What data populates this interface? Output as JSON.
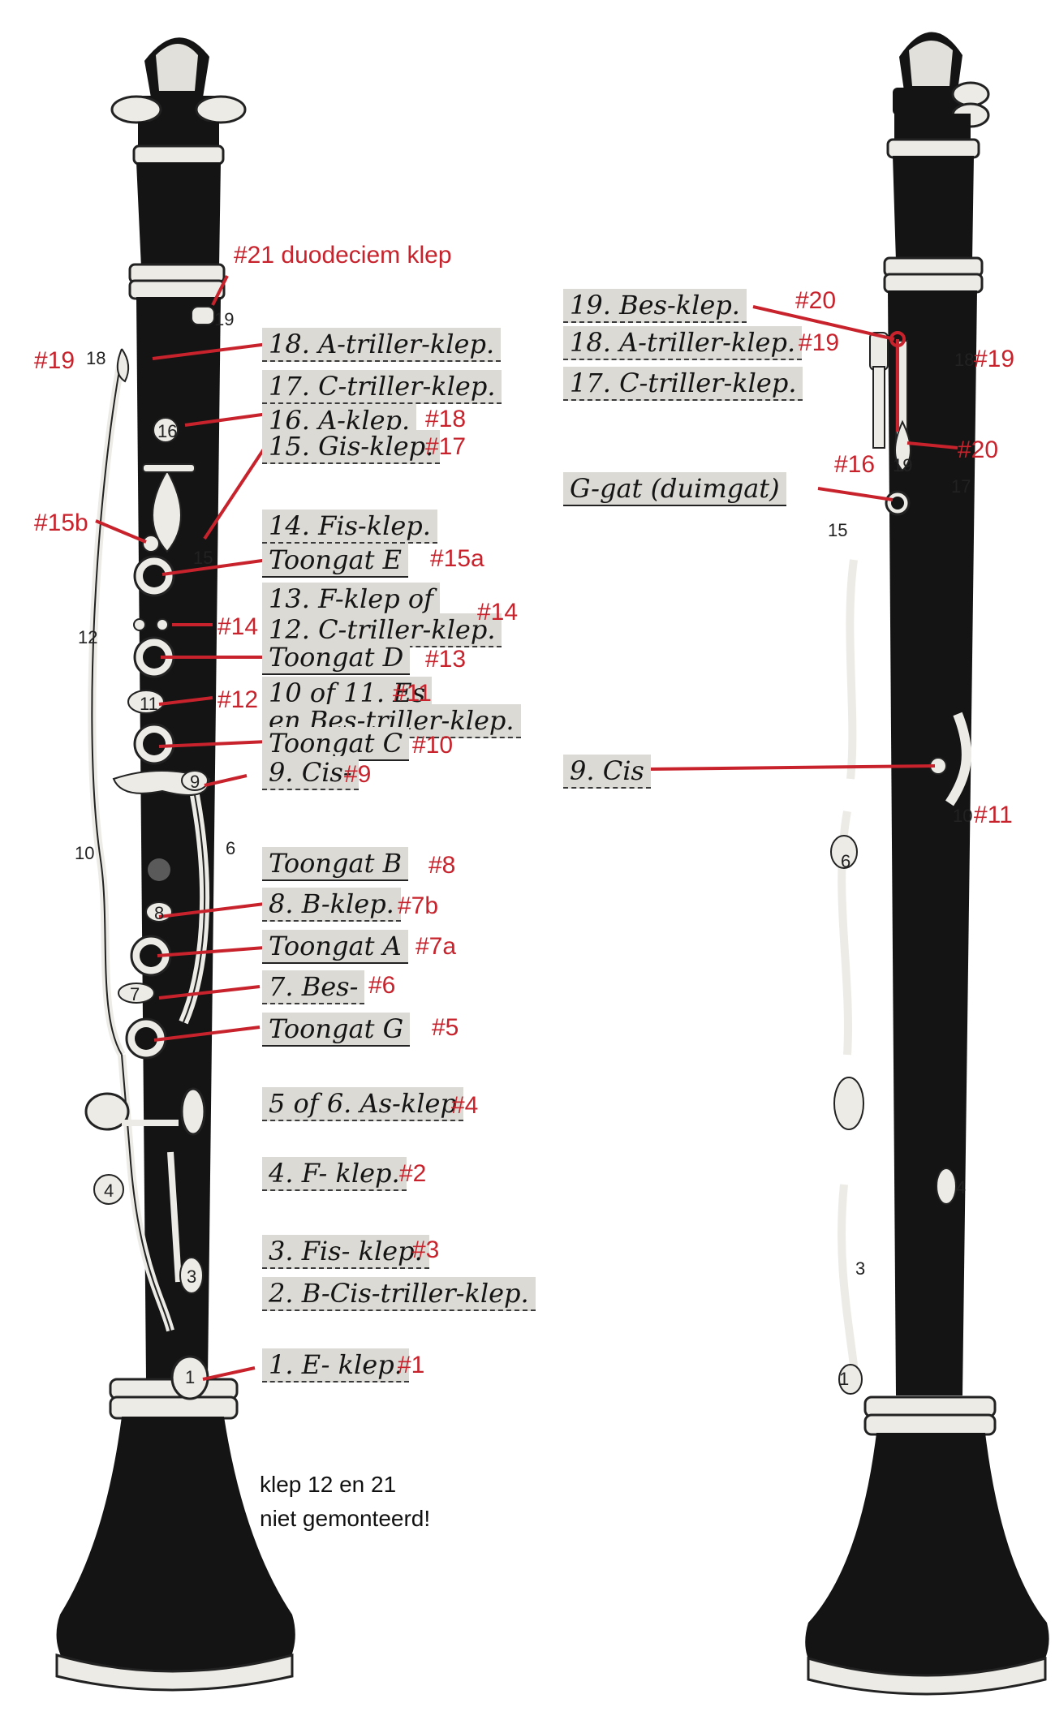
{
  "diagram": {
    "left_labels": {
      "l18": "18. A-triller-klep.",
      "l17": "17. C-triller-klep.",
      "l16": "16. A-klep.",
      "l15": "15. Gis-klep.",
      "l14": "14. Fis-klep.",
      "toongat_e": "Toongat E",
      "l13": "13. F-klep of",
      "l12": "12. C-triller-klep.",
      "toongat_d": "Toongat D",
      "l10of11": "10 of 11. Es",
      "en_bes": "en Bes-triller-klep.",
      "toongat_c": "Toongat C",
      "l9": "9. Cis-",
      "toongat_b": "Toongat B",
      "l8": "8. B-klep.",
      "toongat_a": "Toongat A",
      "l7": "7. Bes-",
      "toongat_g": "Toongat G",
      "l5of6": "5 of 6. As-klep",
      "l4": "4. F- klep.",
      "l3": "3. Fis- klep.",
      "l2": "2. B-Cis-triller-klep.",
      "l1": "1. E- klep."
    },
    "right_labels": {
      "r19": "19. Bes-klep.",
      "r18": "18. A-triller-klep.",
      "r17": "17. C-triller-klep.",
      "g_gat": "G-gat (duimgat)",
      "r9": "9. Cis"
    },
    "markers": {
      "m21": "#21  duodeciem klep",
      "m19_left": "#19",
      "m18": "#18",
      "m17": "#17",
      "m15b": "#15b",
      "m15a": "#15a",
      "m14a": "#14",
      "m14b": "#14",
      "m13": "#13",
      "m12": "#12",
      "m11": "#11",
      "m10": "#10",
      "m9": "#9",
      "m8": "#8",
      "m7b": "#7b",
      "m7a": "#7a",
      "m6": "#6",
      "m5": "#5",
      "m4": "#4",
      "m2": "#2",
      "m3": "#3",
      "m1": "#1",
      "m20_top": "#20",
      "m19_mid": "#19",
      "m19_right": "#19",
      "m16": "#16",
      "m20_side": "#20",
      "m11_right": "#11"
    },
    "key_numbers_left": [
      "18",
      "19",
      "16",
      "15",
      "12",
      "11",
      "10",
      "9",
      "6",
      "8",
      "7",
      "4",
      "3",
      "1"
    ],
    "key_numbers_right": [
      "18",
      "17",
      "19",
      "15",
      "10",
      "6",
      "4",
      "3",
      "1"
    ],
    "note_line1": "klep 12 en 21",
    "note_line2": "niet gemonteerd!",
    "colors": {
      "marker": "#c8232c",
      "instrument": "#141414",
      "label_bg": "#dcdad4",
      "metal": "#ecebe6"
    }
  }
}
